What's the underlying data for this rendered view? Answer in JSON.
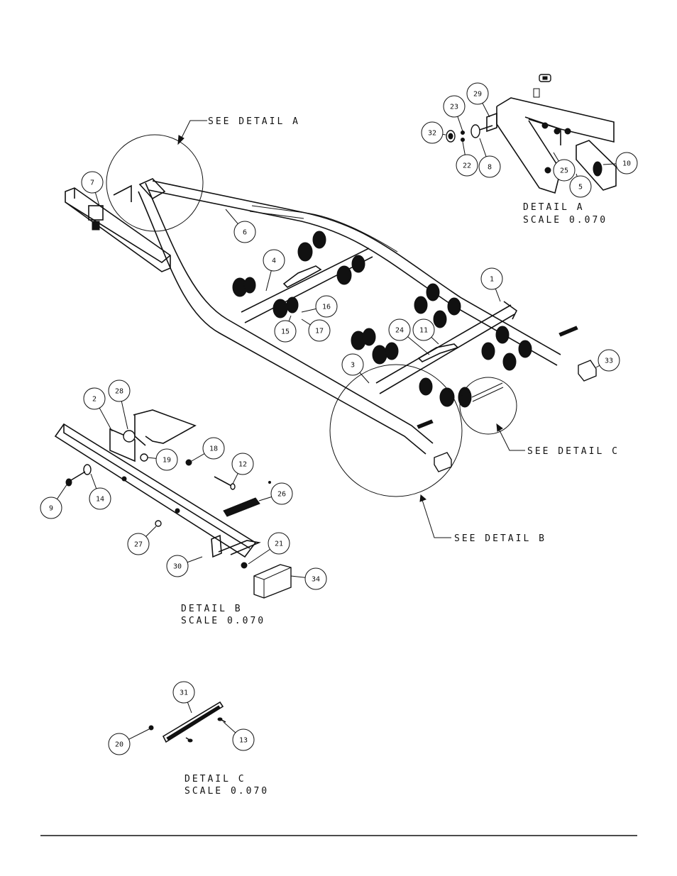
{
  "callouts": {
    "see_detail_a": "SEE DETAIL A",
    "see_detail_b": "SEE DETAIL B",
    "see_detail_c": "SEE DETAIL C"
  },
  "details": {
    "a": {
      "title": "DETAIL A",
      "scale": "SCALE 0.070"
    },
    "b": {
      "title": "DETAIL B",
      "scale": "SCALE 0.070"
    },
    "c": {
      "title": "DETAIL C",
      "scale": "SCALE 0.070"
    }
  },
  "part_numbers": {
    "p1": "1",
    "p2": "2",
    "p3": "3",
    "p4": "4",
    "p5": "5",
    "p6": "6",
    "p7": "7",
    "p8": "8",
    "p9": "9",
    "p10": "10",
    "p11": "11",
    "p12": "12",
    "p13": "13",
    "p14": "14",
    "p15": "15",
    "p16": "16",
    "p17": "17",
    "p18": "18",
    "p19": "19",
    "p20": "20",
    "p21": "21",
    "p22": "22",
    "p23": "23",
    "p24": "24",
    "p25": "25",
    "p26": "26",
    "p27": "27",
    "p28": "28",
    "p29": "29",
    "p30": "30",
    "p31": "31",
    "p32": "32",
    "p33": "33",
    "p34": "34"
  }
}
